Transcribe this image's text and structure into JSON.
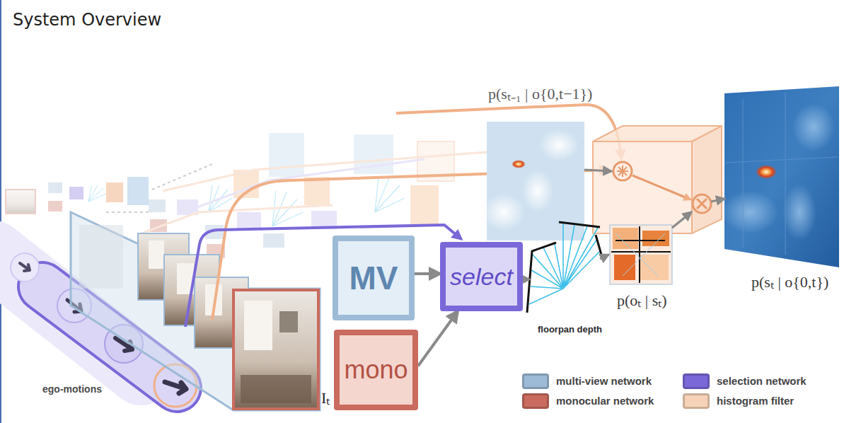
{
  "diagram": {
    "title": "System Overview",
    "nodes": [
      {
        "text": [
          "MV"
        ]
      },
      {
        "text": [
          "mono"
        ]
      },
      {
        "text": [
          "select"
        ]
      }
    ],
    "edges": [
      {
        "from": 0,
        "to": 2,
        "arrow": "to"
      },
      {
        "from": 1,
        "to": 2,
        "arrow": "to"
      }
    ],
    "labels": [
      "p(sₜ₋₁ | o{0,t−1})",
      "floorpan depth",
      "p(oₜ | sₜ)",
      "p(sₜ | o{0,t})",
      "Iₜ",
      "ego-motions"
    ],
    "legend": [
      {
        "text": "multi-view network",
        "color": "#9dbbd6"
      },
      {
        "text": "monocular network",
        "color": "#c96b5e"
      },
      {
        "text": "selection network",
        "color": "#7b68d8"
      },
      {
        "text": "histogram filter",
        "color": "#f6d3b8"
      }
    ]
  }
}
